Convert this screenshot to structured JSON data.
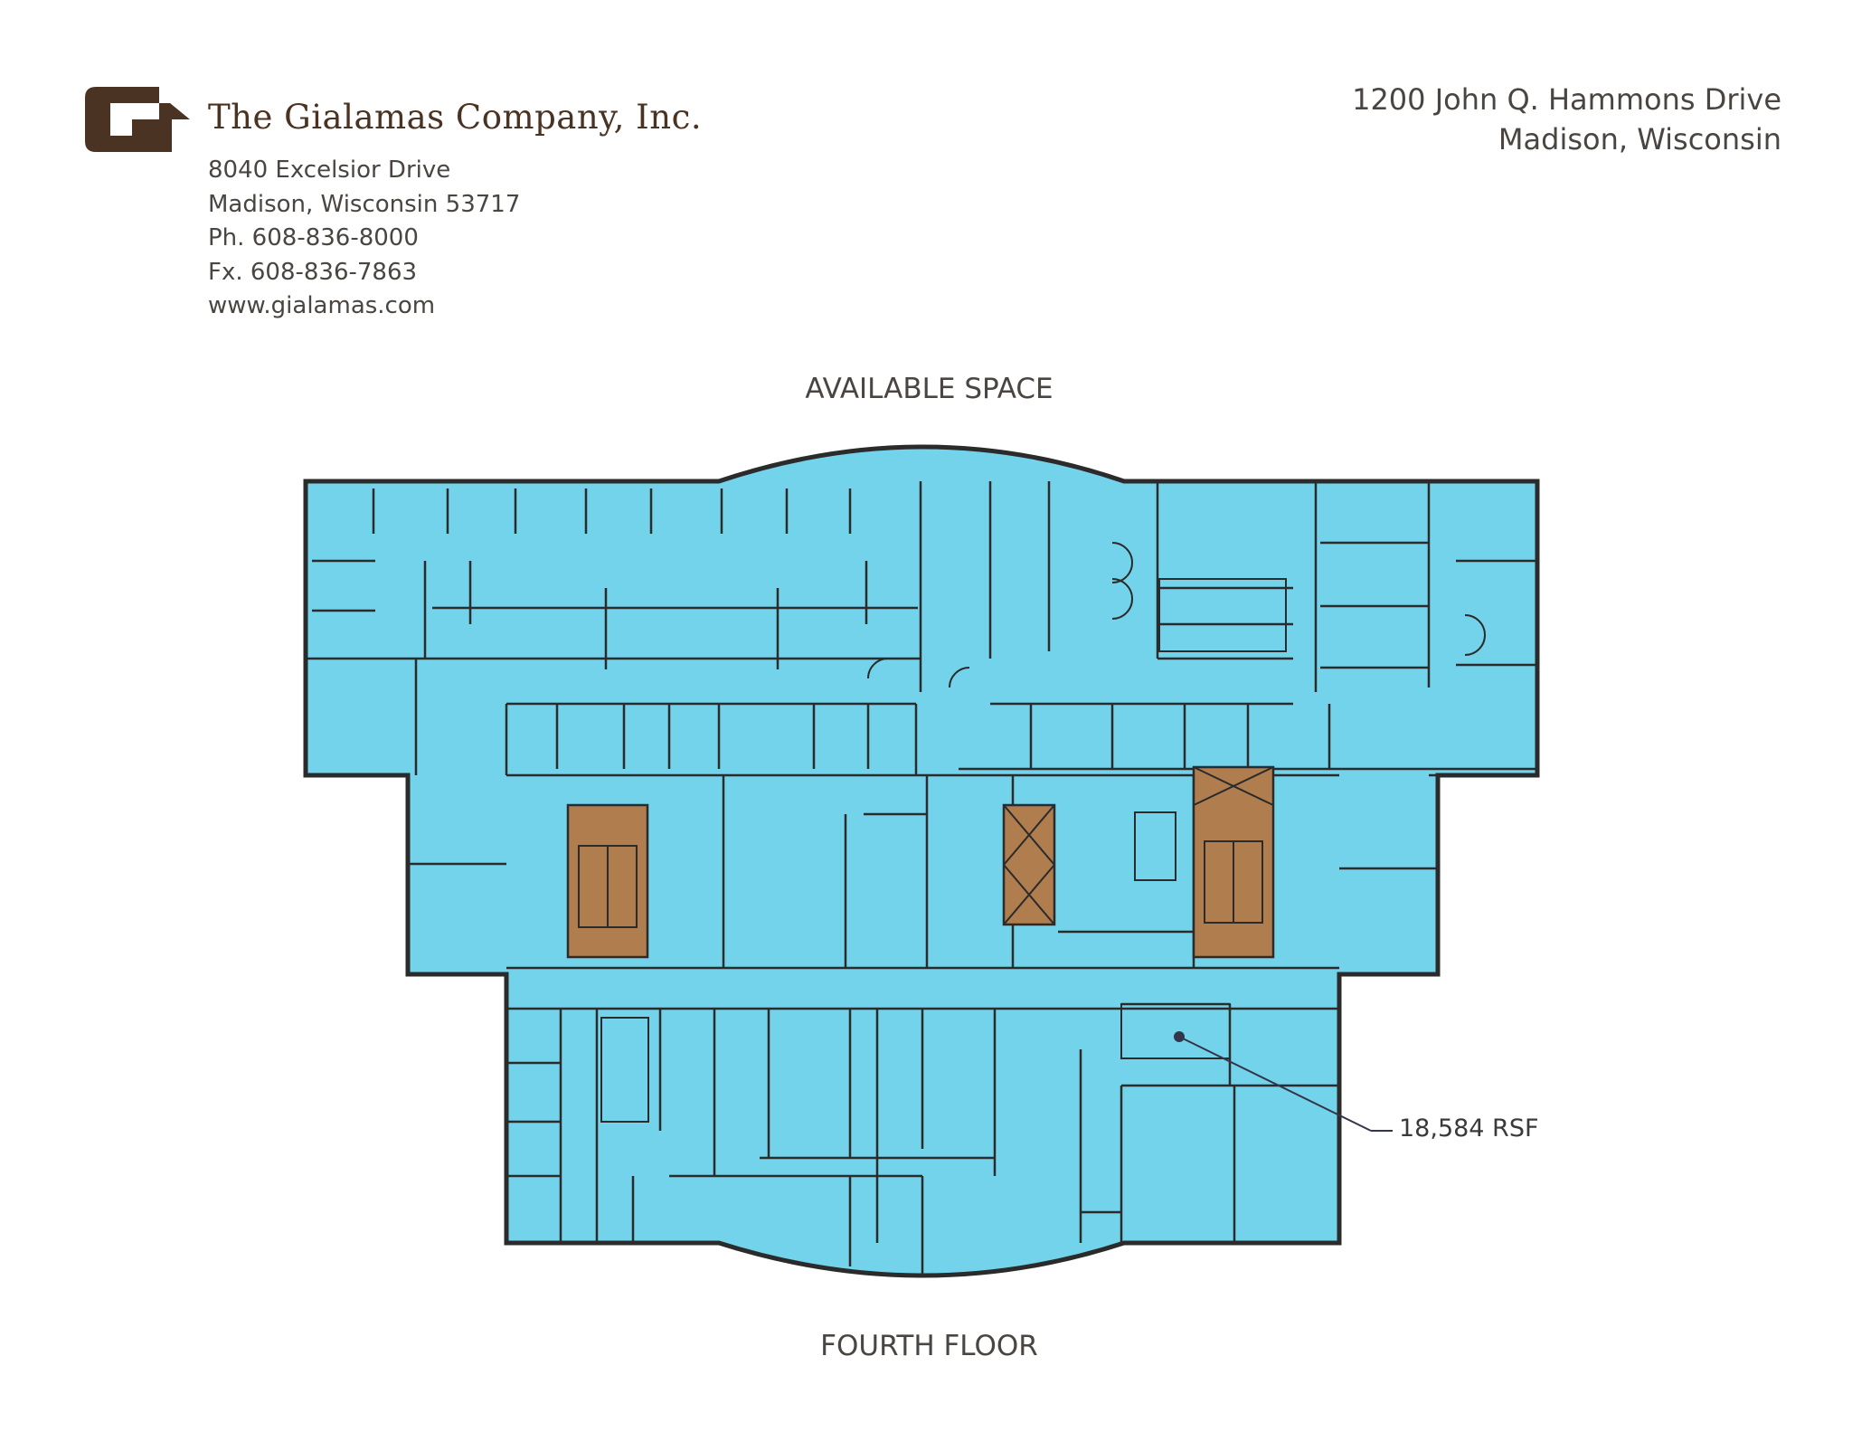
{
  "company": {
    "name": "The Gialamas Company, Inc.",
    "address_lines": [
      "8040 Excelsior Drive",
      "Madison, Wisconsin 53717",
      "Ph. 608-836-8000",
      "Fx. 608-836-7863",
      "www.gialamas.com"
    ],
    "logo_icon": "gialamas-g-logo-icon"
  },
  "property": {
    "address_line1": "1200 John Q. Hammons Drive",
    "address_line2": "Madison, Wisconsin"
  },
  "floorplan": {
    "top_label": "AVAILABLE SPACE",
    "bottom_label": "FOURTH FLOOR",
    "area_label": "18,584 RSF",
    "colors": {
      "available_space": "#72d3ea",
      "core": "#b07d4e",
      "walls": "#2b2b2b",
      "logo": "#4a3322"
    }
  }
}
